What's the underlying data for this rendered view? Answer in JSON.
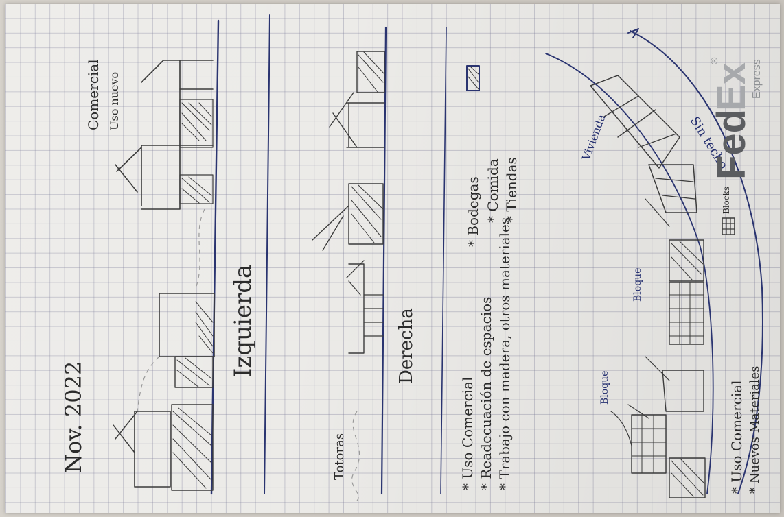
{
  "notes": {
    "date": "Nov. 2022",
    "top_label_line1": "Comercial",
    "top_label_line2": "Uso nuevo",
    "left_section": "Izquierda",
    "right_section": "Derecha",
    "tree_label": "Totoras",
    "legend_1": "* Uso Comercial",
    "legend_2": "* Readecuación de espacios",
    "legend_3": "* Trabajo con madera, otros materiales",
    "legend_4": "* Bodegas",
    "legend_5": "* Comida",
    "legend_6": "* Tiendas",
    "footnote_1": "* Uso Comercial",
    "footnote_2": "* Nuevos Materiales",
    "curve_label_top": "Sin techo",
    "curve_label_1": "Vivienda",
    "curve_label_2": "Bloque",
    "curve_label_3": "Bloque",
    "mesh_label": "Blocks"
  },
  "logo": {
    "fed": "Fed",
    "ex": "Ex",
    "express": "Express",
    "reg": "®"
  }
}
